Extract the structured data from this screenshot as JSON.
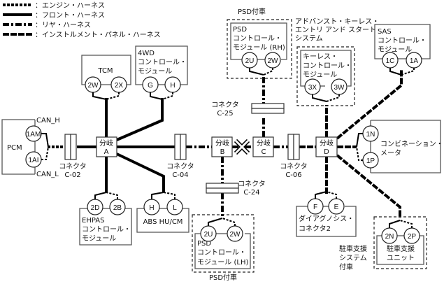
{
  "legend": [
    {
      "style": "engine",
      "label": "：エンジン・ハーネス"
    },
    {
      "style": "front",
      "label": "：フロント・ハーネス"
    },
    {
      "style": "rear",
      "label": "：リヤ・ハーネス"
    },
    {
      "style": "instrument",
      "label": "：インストルメント・パネル・ハーネス"
    }
  ],
  "modules": {
    "pcm": {
      "name": "PCM",
      "pins": [
        "1AM",
        "1AI"
      ],
      "can_h": "CAN_H",
      "can_l": "CAN_L"
    },
    "tcm": {
      "name": "TCM",
      "pins": [
        "2W",
        "2X"
      ]
    },
    "fwd": {
      "line1": "4WD",
      "line2": "コントロール・",
      "line3": "モジュール",
      "pins": [
        "G",
        "H"
      ]
    },
    "psd_rh": {
      "line1": "PSD",
      "line2": "コントロール・",
      "line3": "モジュール (RH)",
      "pins": [
        "2U",
        "2W"
      ],
      "option": "PSD付車"
    },
    "keyless": {
      "line1": "キーレス・",
      "line2": "コントロール・",
      "line3": "モジュール",
      "pins": [
        "3X",
        "3W"
      ],
      "option_line1": "アドバンスト・キーレス・",
      "option_line2": "エントリ アンド スタート・",
      "option_line3": "システム"
    },
    "sas": {
      "line1": "SAS",
      "line2": "コントロール・",
      "line3": "モジュール",
      "pins": [
        "1C",
        "1A"
      ]
    },
    "meter": {
      "line1": "コンビネーション・",
      "line2": "メータ",
      "pins": [
        "1N",
        "1P"
      ]
    },
    "ehpas": {
      "line1": "EHPAS",
      "line2": "コントロール・",
      "line3": "モジュール",
      "pins": [
        "2D",
        "2B"
      ]
    },
    "abs": {
      "name": "ABS HU/CM",
      "pins": [
        "H",
        "L"
      ]
    },
    "psd_lh": {
      "line1": "PSD",
      "line2": "コントロール・",
      "line3": "モジュール (LH)",
      "pins": [
        "2U",
        "2W"
      ],
      "option": "PSD付車"
    },
    "diag": {
      "line1": "ダイアグノシス・",
      "line2": "コネクタ2",
      "pins": [
        "F",
        "E"
      ]
    },
    "park": {
      "line1": "駐車支援",
      "line2": "ユニット",
      "pins": [
        "2N",
        "2P"
      ],
      "option_line1": "駐車支援",
      "option_line2": "システム",
      "option_line3": "付車"
    }
  },
  "junctions": [
    {
      "label": "分岐",
      "id": "A"
    },
    {
      "label": "分岐",
      "id": "B"
    },
    {
      "label": "分岐",
      "id": "C"
    },
    {
      "label": "分岐",
      "id": "D"
    }
  ],
  "connectors": [
    {
      "label": "コネクタ",
      "id": "C-02"
    },
    {
      "label": "コネクタ",
      "id": "C-04"
    },
    {
      "label": "コネクタ",
      "id": "C-06"
    },
    {
      "label": "コネクタ",
      "id": "C-24"
    },
    {
      "label": "コネクタ",
      "id": "C-25"
    }
  ]
}
